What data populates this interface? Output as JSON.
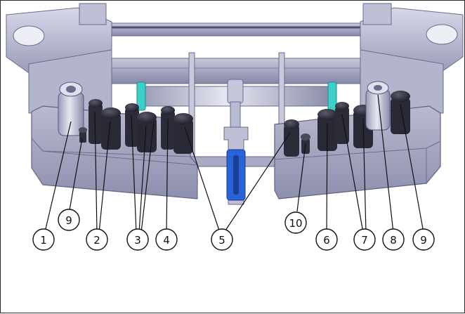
{
  "figure": {
    "callouts": [
      {
        "label": "1"
      },
      {
        "label": "9"
      },
      {
        "label": "2"
      },
      {
        "label": "3"
      },
      {
        "label": "4"
      },
      {
        "label": "5"
      },
      {
        "label": "10"
      },
      {
        "label": "6"
      },
      {
        "label": "7"
      },
      {
        "label": "8"
      },
      {
        "label": "9"
      }
    ]
  },
  "colors": {
    "frame": "#aeb0c8",
    "frame_dark": "#7e80a0",
    "frame_light": "#d4d5e6",
    "part_dark": "#3a3a48",
    "accent_teal": "#3bd0c9",
    "accent_blue": "#2a63d6",
    "line": "#111111"
  }
}
